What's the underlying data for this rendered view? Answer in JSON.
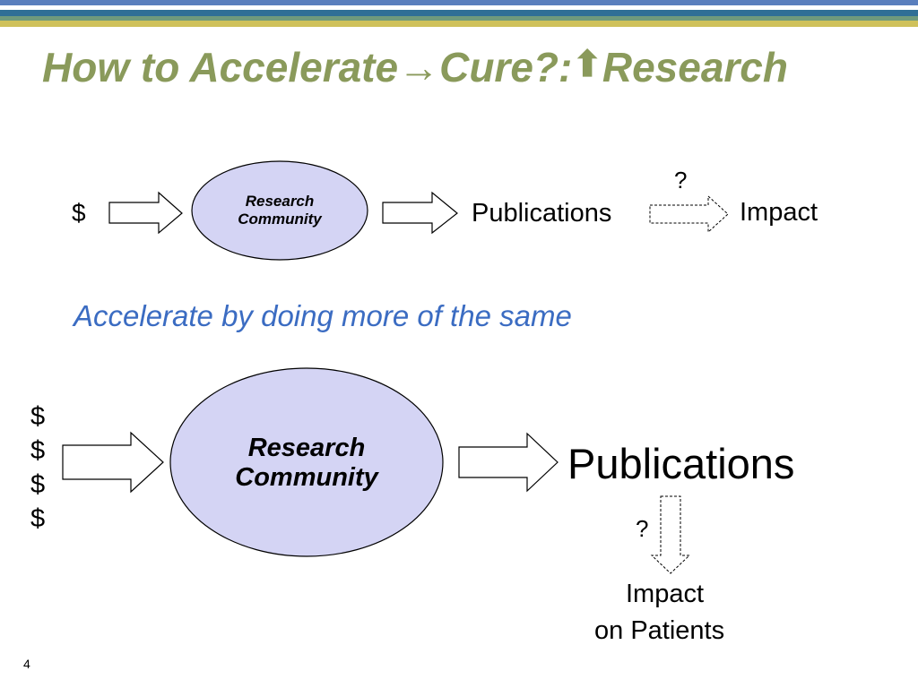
{
  "slide": {
    "title_part1": "How to Accelerate",
    "title_arrow": "→",
    "title_part2": "Cure?:",
    "title_up_arrow": "⬆",
    "title_part3": "Research",
    "page_number": "4"
  },
  "top_flow": {
    "input": "$",
    "node": "Research Community",
    "output": "Publications",
    "question": "?",
    "impact": "Impact"
  },
  "subtitle": "Accelerate by doing more of the same",
  "bottom_flow": {
    "inputs": [
      "$",
      "$",
      "$",
      "$"
    ],
    "node": "Research Community",
    "output": "Publications",
    "question": "?",
    "impact_line1": "Impact",
    "impact_line2": "on Patients"
  },
  "colors": {
    "title": "#8a9a5b",
    "subtitle": "#3b6cc2",
    "ellipse_fill": "#d4d4f4"
  }
}
